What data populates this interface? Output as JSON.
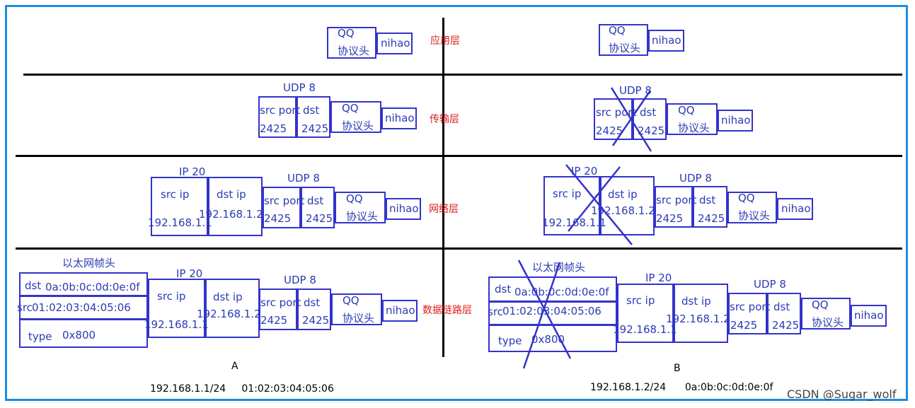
{
  "layers": {
    "app": "应用层",
    "transport": "传输层",
    "network": "网络层",
    "datalink": "数据链路层"
  },
  "fields": {
    "qq": "QQ",
    "proto_head": "协议头",
    "nihao": "nihao",
    "udp8": "UDP  8",
    "src_port": "src port",
    "dst": "dst",
    "port": "2425",
    "ip20": "IP 20",
    "src_ip": "src ip",
    "dst_ip": "dst ip",
    "ip_a": "192.168.1.1",
    "ip_b": "192.168.1.2",
    "eth_head": "以太网帧头",
    "eth_dst": "dst",
    "mac_b": "0a:0b:0c:0d:0e:0f",
    "eth_src": "src",
    "mac_a": "01:02:03:04:05:06",
    "type": "type",
    "type_val": "0x800"
  },
  "hosts": {
    "a_label": "A",
    "b_label": "B",
    "a_info": "192.168.1.1/24     01:02:03:04:05:06",
    "b_info": "192.168.1.2/24      0a:0b:0c:0d:0e:0f"
  },
  "watermark": "CSDN @Sugar_wolf",
  "colors": {
    "box_border": "#3333cc",
    "text": "#2b3bb3",
    "layer_label": "#e01b1b",
    "frame": "#1a8fe0"
  }
}
